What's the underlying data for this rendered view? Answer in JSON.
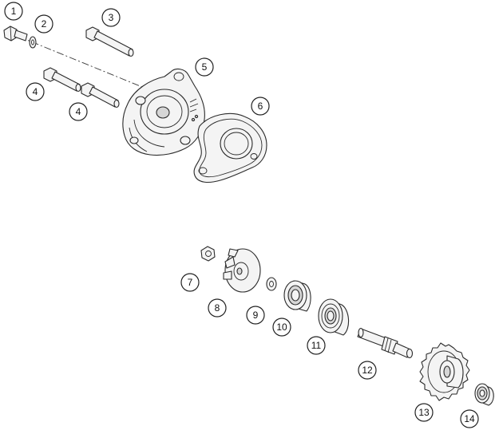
{
  "callouts": [
    {
      "id": "c1",
      "label": "1"
    },
    {
      "id": "c2",
      "label": "2"
    },
    {
      "id": "c3",
      "label": "3"
    },
    {
      "id": "c4a",
      "label": "4"
    },
    {
      "id": "c4b",
      "label": "4"
    },
    {
      "id": "c5",
      "label": "5"
    },
    {
      "id": "c6",
      "label": "6"
    },
    {
      "id": "c7",
      "label": "7"
    },
    {
      "id": "c8",
      "label": "8"
    },
    {
      "id": "c9",
      "label": "9"
    },
    {
      "id": "c10",
      "label": "10"
    },
    {
      "id": "c11",
      "label": "11"
    },
    {
      "id": "c12",
      "label": "12"
    },
    {
      "id": "c13",
      "label": "13"
    },
    {
      "id": "c14",
      "label": "14"
    }
  ],
  "colors": {
    "line": "#2a2a2a",
    "fill": "#f4f4f4",
    "background": "#ffffff"
  }
}
